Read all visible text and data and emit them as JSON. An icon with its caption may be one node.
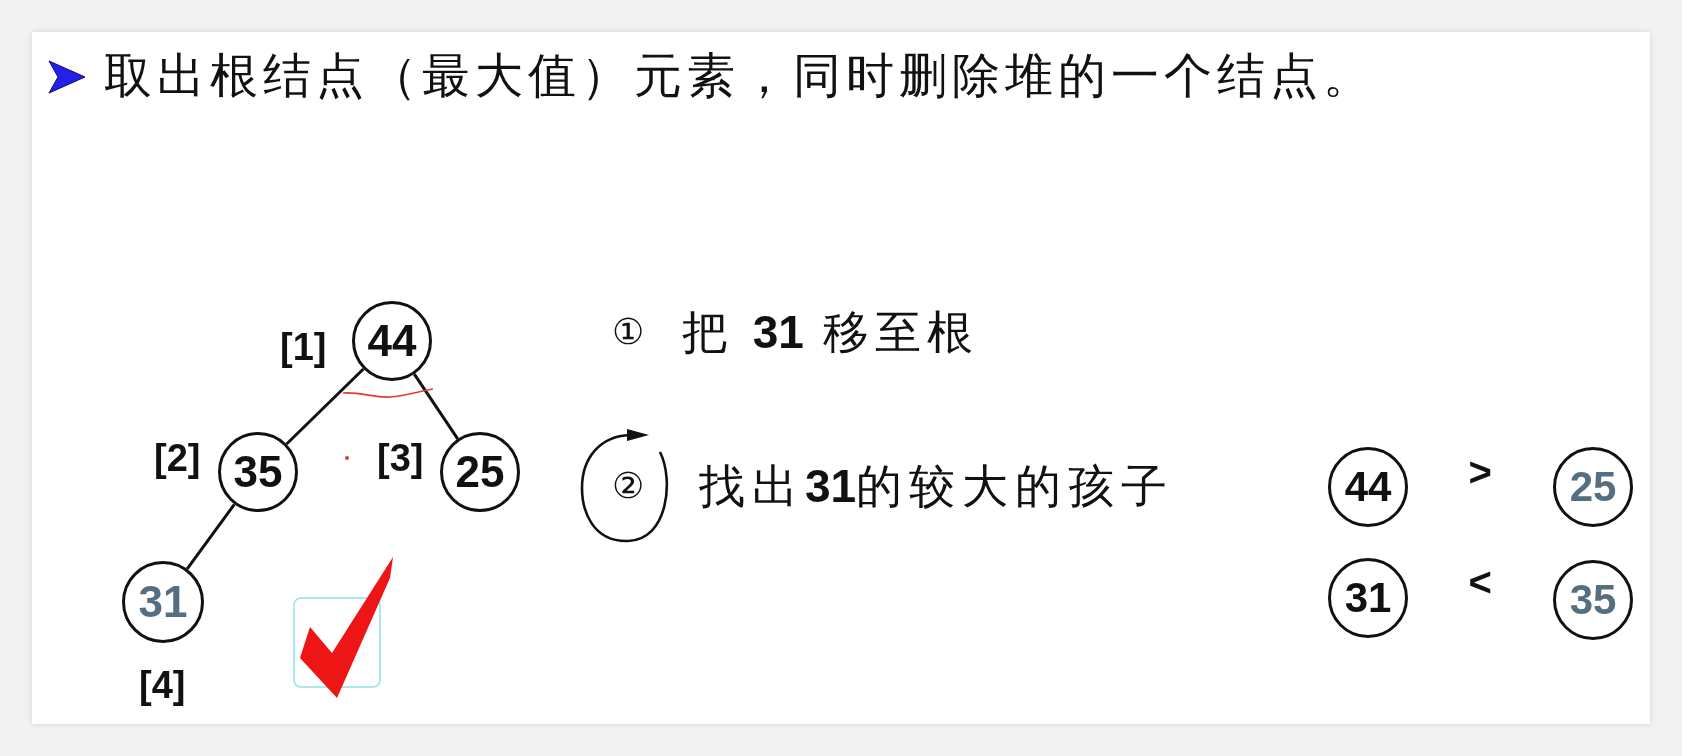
{
  "diagram": {
    "title": "取出根结点（最大值）元素，同时删除堆的一个结点。",
    "nodes": [
      {
        "text": [
          "44"
        ],
        "beside": [
          "[1]"
        ]
      },
      {
        "text": [
          "35"
        ],
        "beside": [
          "[2]"
        ]
      },
      {
        "text": [
          "25"
        ],
        "beside": [
          "[3]"
        ]
      },
      {
        "text": [
          "31"
        ],
        "beside": [
          "[4]"
        ]
      },
      {
        "text": [
          "44"
        ]
      },
      {
        "text": [
          "25"
        ]
      },
      {
        "text": [
          "31"
        ]
      },
      {
        "text": [
          "35"
        ]
      }
    ],
    "edges": [
      {
        "from": 0,
        "to": 1,
        "arrow": "none"
      },
      {
        "from": 0,
        "to": 2,
        "arrow": "none"
      },
      {
        "from": 1,
        "to": 3,
        "arrow": "none"
      }
    ],
    "labels": [
      "①",
      "把 **31** 移至根",
      "②",
      "找出**31**的较大的孩子",
      ">",
      "<"
    ]
  }
}
